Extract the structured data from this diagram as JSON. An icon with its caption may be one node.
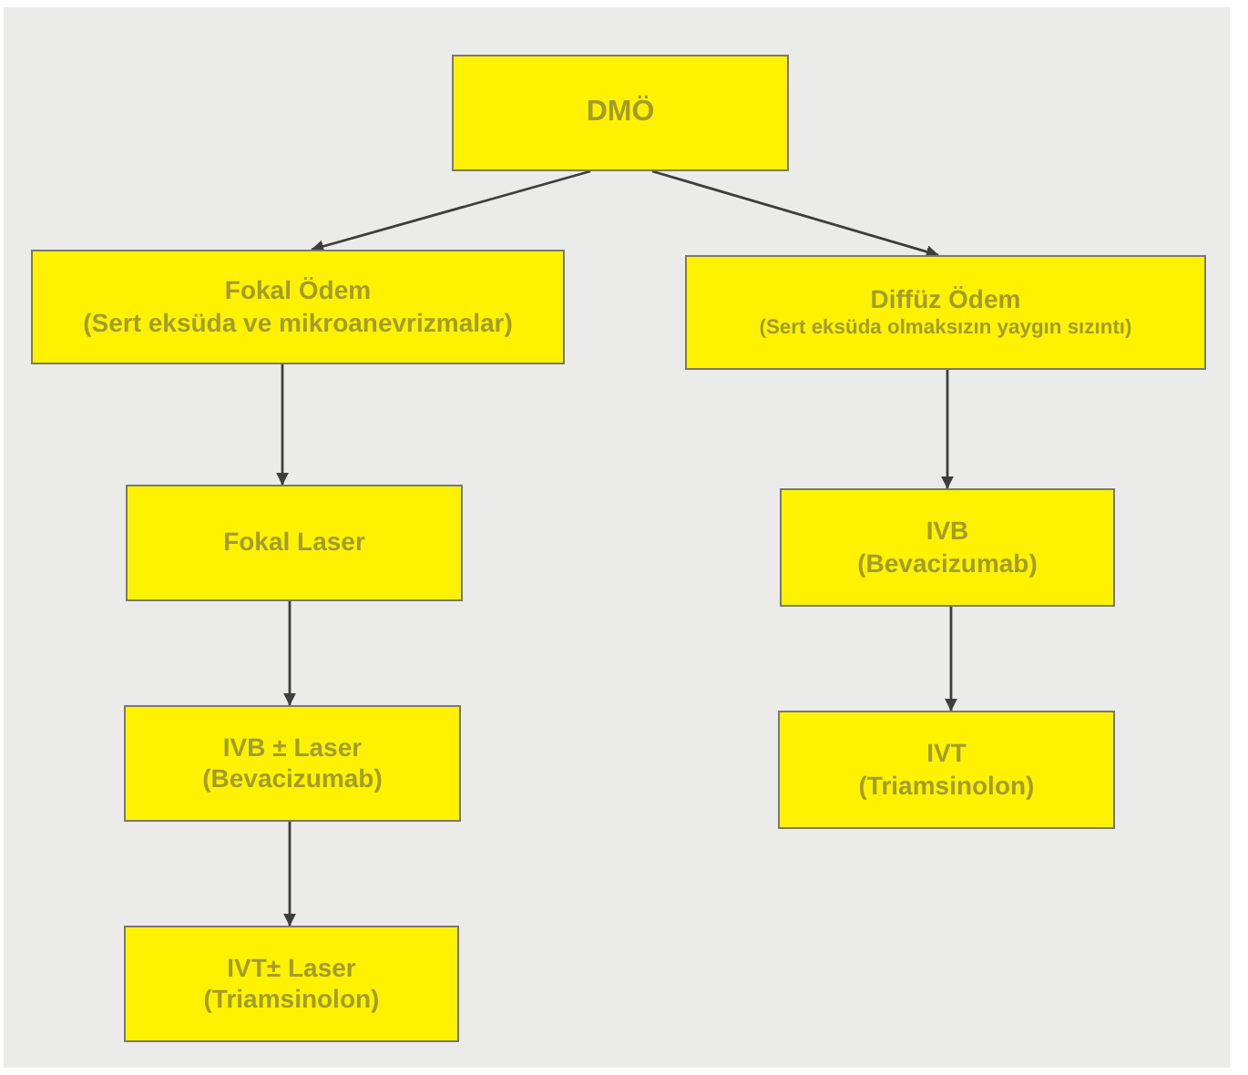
{
  "diagram": {
    "nodes": [
      {
        "text": [
          "DMÖ"
        ]
      },
      {
        "text": [
          "Fokal Ödem",
          "(Sert eksüda ve mikroanevrizmalar)"
        ]
      },
      {
        "text": [
          "Diffüz Ödem",
          "(Sert eksüda olmaksızın yaygın sızıntı)"
        ]
      },
      {
        "text": [
          "Fokal Laser"
        ]
      },
      {
        "text": [
          "IVB",
          "(Bevacizumab)"
        ]
      },
      {
        "text": [
          "IVB ± Laser",
          "(Bevacizumab)"
        ]
      },
      {
        "text": [
          "IVT",
          "(Triamsinolon)"
        ]
      },
      {
        "text": [
          "IVT± Laser",
          "(Triamsinolon)"
        ]
      }
    ],
    "edges": [
      {
        "from": 0,
        "to": 1,
        "arrow": "to"
      },
      {
        "from": 0,
        "to": 2,
        "arrow": "to"
      },
      {
        "from": 1,
        "to": 3,
        "arrow": "to"
      },
      {
        "from": 2,
        "to": 4,
        "arrow": "to"
      },
      {
        "from": 3,
        "to": 5,
        "arrow": "to"
      },
      {
        "from": 4,
        "to": 6,
        "arrow": "to"
      },
      {
        "from": 5,
        "to": 7,
        "arrow": "to"
      }
    ]
  }
}
